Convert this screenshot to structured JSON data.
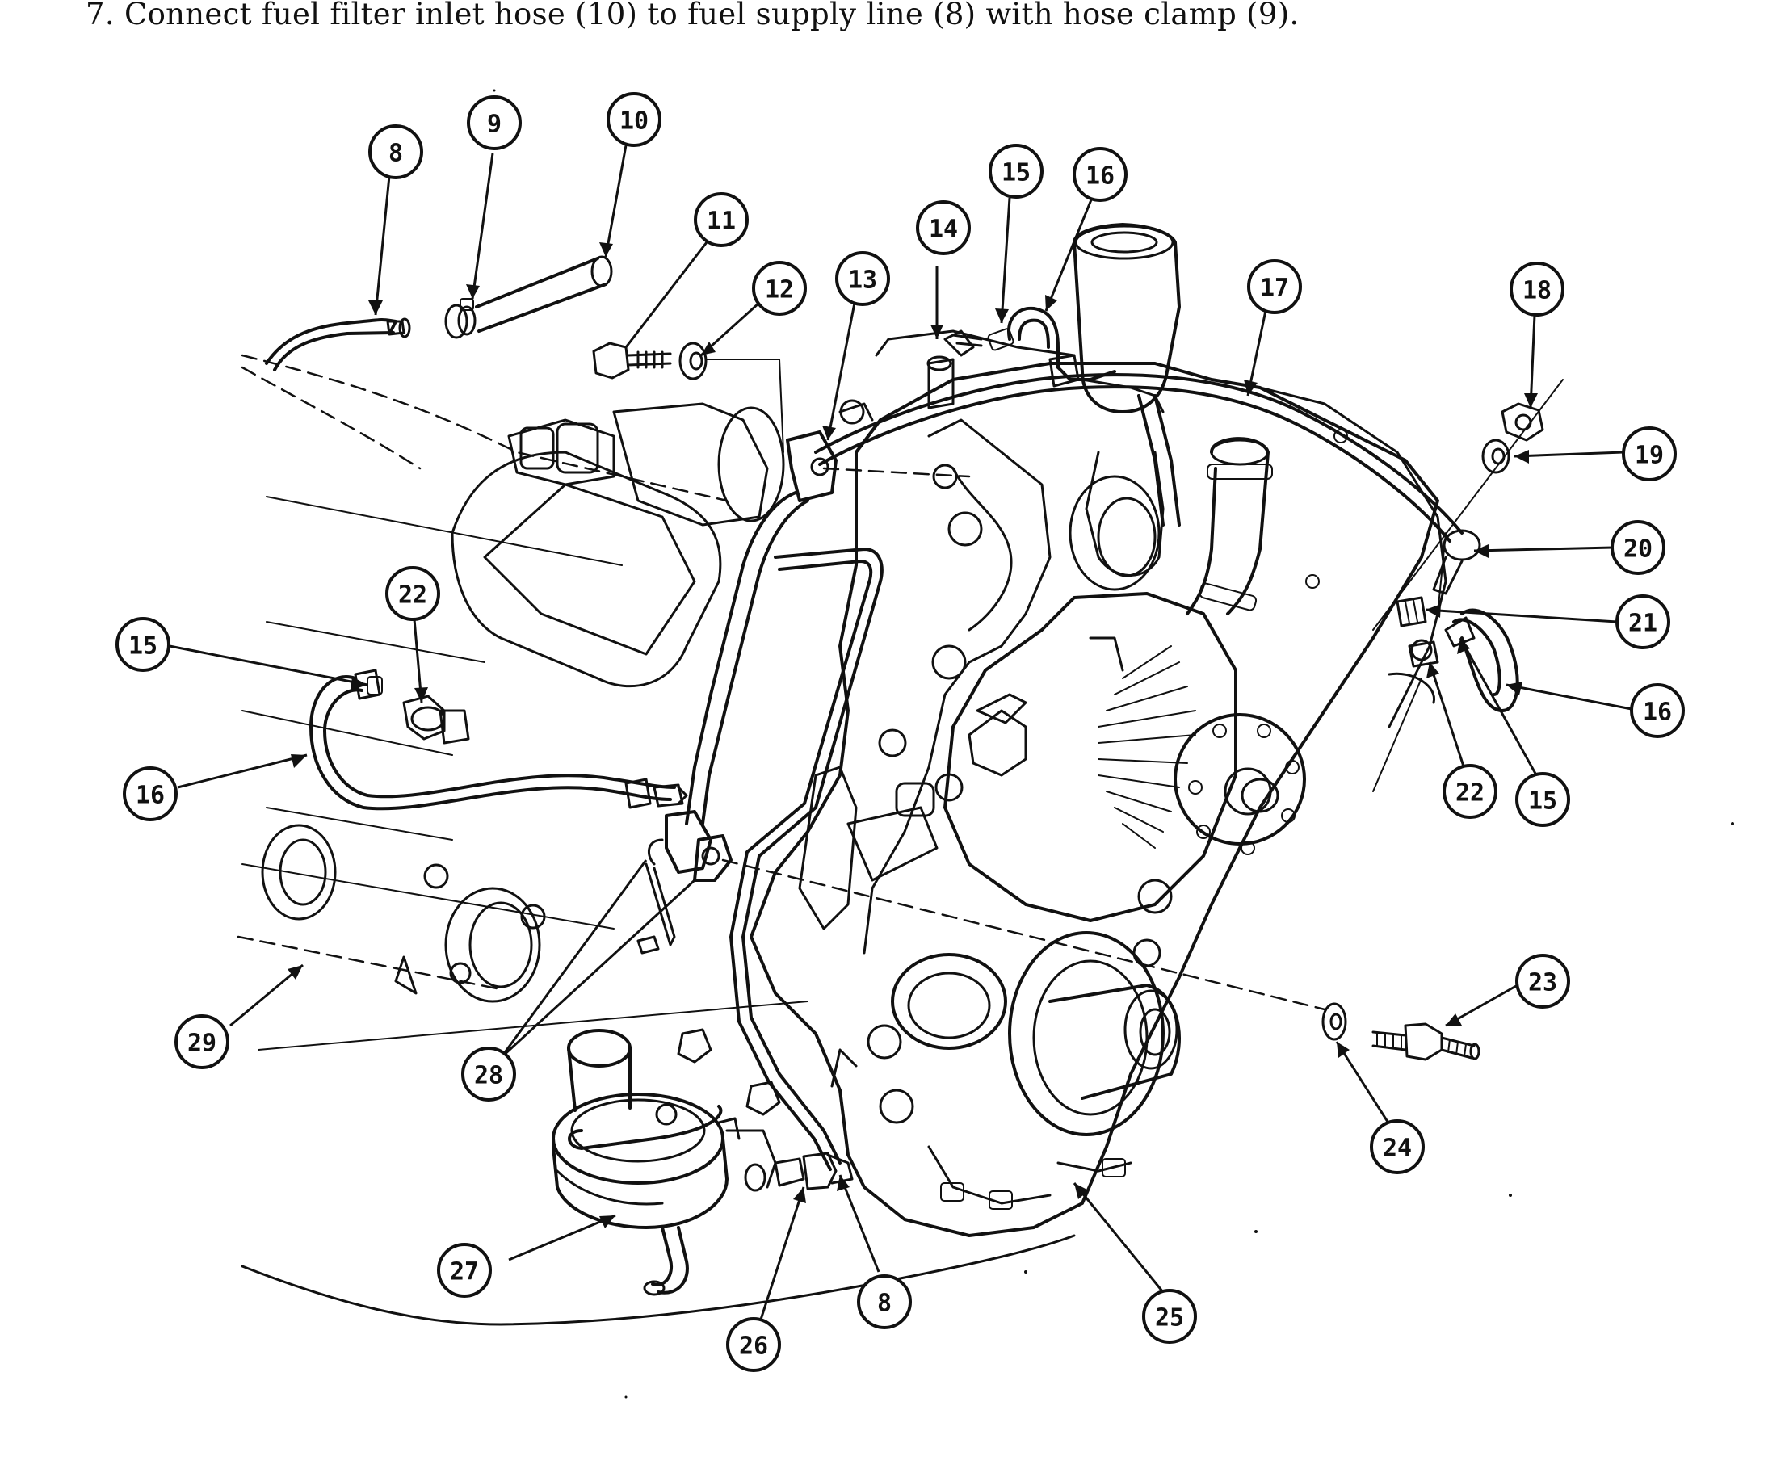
{
  "instruction": "7. Connect fuel filter inlet hose (10) to fuel supply line (8) with hose clamp (9).",
  "callouts": [
    {
      "id": "c8a",
      "label": "8"
    },
    {
      "id": "c9",
      "label": "9"
    },
    {
      "id": "c10",
      "label": "10"
    },
    {
      "id": "c11",
      "label": "11"
    },
    {
      "id": "c12",
      "label": "12"
    },
    {
      "id": "c13",
      "label": "13"
    },
    {
      "id": "c14",
      "label": "14"
    },
    {
      "id": "c15a",
      "label": "15"
    },
    {
      "id": "c16a",
      "label": "16"
    },
    {
      "id": "c17",
      "label": "17"
    },
    {
      "id": "c18",
      "label": "18"
    },
    {
      "id": "c19",
      "label": "19"
    },
    {
      "id": "c20",
      "label": "20"
    },
    {
      "id": "c21",
      "label": "21"
    },
    {
      "id": "c16b",
      "label": "16"
    },
    {
      "id": "c22a",
      "label": "22"
    },
    {
      "id": "c15b",
      "label": "15"
    },
    {
      "id": "c22b",
      "label": "22"
    },
    {
      "id": "c15c",
      "label": "15"
    },
    {
      "id": "c16c",
      "label": "16"
    },
    {
      "id": "c23",
      "label": "23"
    },
    {
      "id": "c24",
      "label": "24"
    },
    {
      "id": "c25",
      "label": "25"
    },
    {
      "id": "c26",
      "label": "26"
    },
    {
      "id": "c27",
      "label": "27"
    },
    {
      "id": "c28",
      "label": "28"
    },
    {
      "id": "c29",
      "label": "29"
    },
    {
      "id": "c8b",
      "label": "8"
    }
  ]
}
